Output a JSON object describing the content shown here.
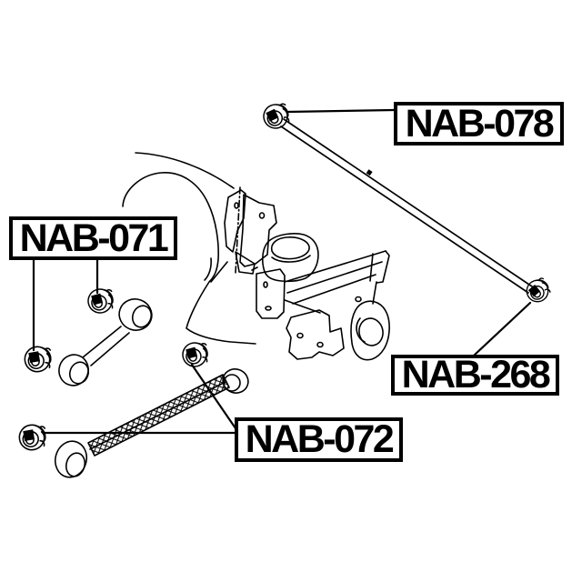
{
  "colors": {
    "background": "#ffffff",
    "line": "#000000",
    "label_border": "#000000",
    "label_text": "#000000"
  },
  "callouts": [
    {
      "id": "nab-078",
      "text": "NAB-078"
    },
    {
      "id": "nab-071",
      "text": "NAB-071"
    },
    {
      "id": "nab-268",
      "text": "NAB-268"
    },
    {
      "id": "nab-072",
      "text": "NAB-072"
    }
  ]
}
